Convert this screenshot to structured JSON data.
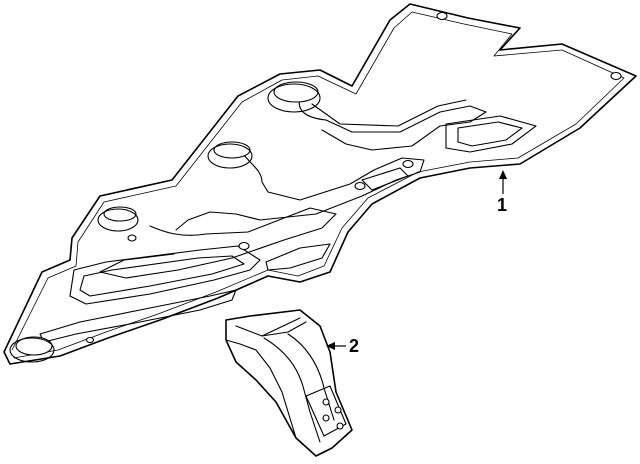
{
  "diagram": {
    "callouts": [
      {
        "label": "1",
        "part": "splash-shield"
      },
      {
        "label": "2",
        "part": "bracket"
      }
    ]
  }
}
